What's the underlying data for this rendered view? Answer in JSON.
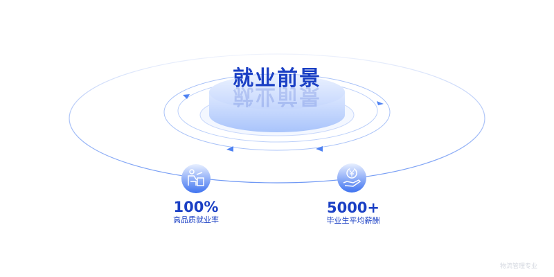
{
  "title": "就业前景",
  "stats": [
    {
      "value": "100%",
      "label": "高品质就业率",
      "icon": "employee-at-desk-icon"
    },
    {
      "value": "5000+",
      "label": "毕业生平均薪酬",
      "icon": "yuan-in-hand-icon"
    }
  ],
  "watermark": "物流管理专业",
  "colors": {
    "accent": "#1a3fc4",
    "ring": "#5b8cf5"
  }
}
